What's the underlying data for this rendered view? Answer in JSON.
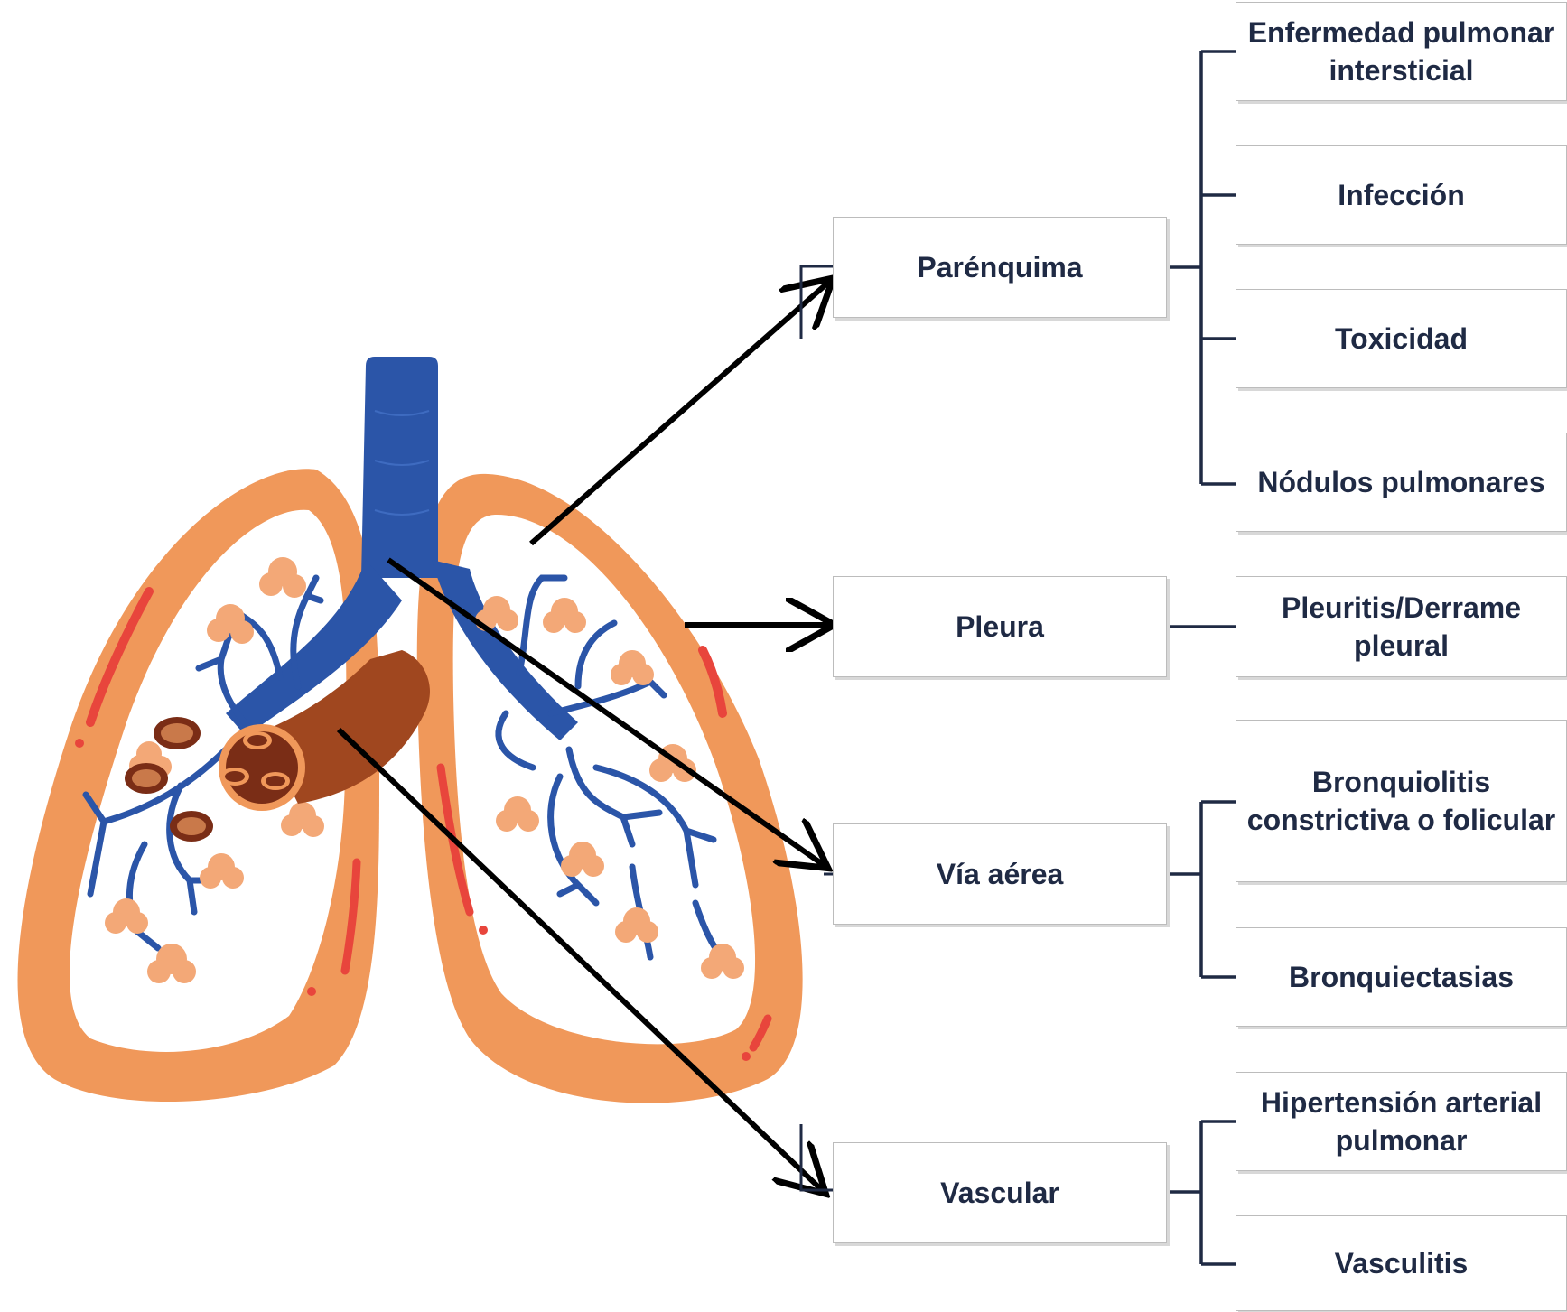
{
  "categories": {
    "parenchyma": "Parénquima",
    "pleura": "Pleura",
    "airway": "Vía aérea",
    "vascular": "Vascular"
  },
  "subtypes": {
    "interstitial": "Enfermedad pulmonar intersticial",
    "infection": "Infección",
    "toxicity": "Toxicidad",
    "nodules": "Nódulos pulmonares",
    "pleuritis": "Pleuritis/Derrame pleural",
    "bronchiolitis": "Bronquiolitis constrictiva o folicular",
    "bronchiectasis": "Bronquiectasias",
    "pah": "Hipertensión arterial pulmonar",
    "vasculitis": "Vasculitis"
  },
  "colors": {
    "lung": "#f0985a",
    "lung_vessel": "#e8453c",
    "airway_blue": "#2b55a8",
    "bronchus": "#a0471f",
    "alveoli": "#f3a877",
    "box_text": "#1f2a44",
    "connector": "#1f2a44",
    "arrow": "#000000"
  }
}
